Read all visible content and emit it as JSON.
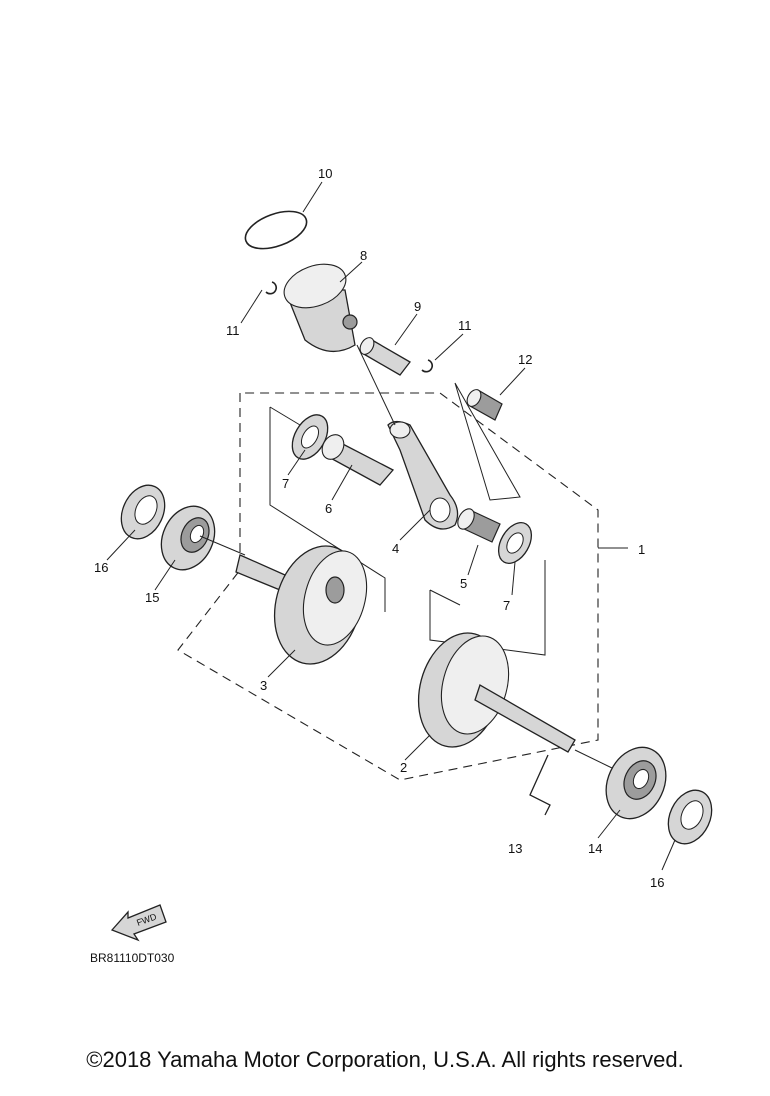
{
  "diagram": {
    "code": "BR81110DT030",
    "fwd": "FWD",
    "labels": [
      "1",
      "2",
      "3",
      "4",
      "5",
      "6",
      "7",
      "7",
      "8",
      "9",
      "10",
      "11",
      "11",
      "12",
      "13",
      "14",
      "15",
      "16",
      "16"
    ]
  },
  "footer": {
    "copyright": "©2018 Yamaha Motor Corporation, U.S.A. All rights reserved."
  }
}
